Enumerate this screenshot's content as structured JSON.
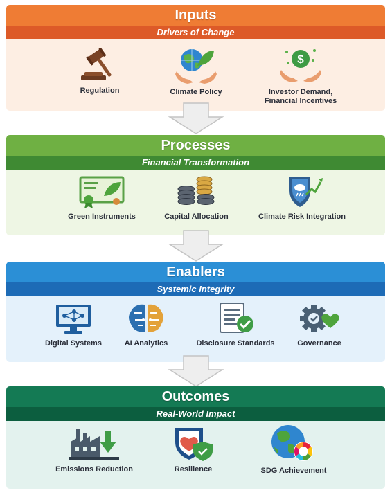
{
  "stages": [
    {
      "title": "Inputs",
      "subtitle": "Drivers of Change",
      "colors": {
        "head": "#ef7c34",
        "sub": "#dd5a28",
        "body": "#fdeee3"
      },
      "items": [
        {
          "label": "Regulation",
          "icon": "gavel-icon"
        },
        {
          "label": "Climate Policy",
          "icon": "globe-in-hands-icon"
        },
        {
          "label": "Investor Demand,",
          "label2": "Financial Incentives",
          "icon": "money-in-hands-icon"
        }
      ]
    },
    {
      "title": "Processes",
      "subtitle": "Financial Transformation",
      "colors": {
        "head": "#6fb043",
        "sub": "#3f8a33",
        "body": "#eef6e4"
      },
      "items": [
        {
          "label": "Green Instruments",
          "icon": "green-certificate-icon"
        },
        {
          "label": "Capital Allocation",
          "icon": "coin-stacks-icon"
        },
        {
          "label": "Climate Risk Integration",
          "icon": "climate-shield-icon"
        }
      ]
    },
    {
      "title": "Enablers",
      "subtitle": "Systemic Integrity",
      "colors": {
        "head": "#2b8fd6",
        "sub": "#1d6bb6",
        "body": "#e4f1fb"
      },
      "items": [
        {
          "label": "Digital Systems",
          "icon": "monitor-network-icon"
        },
        {
          "label": "AI Analytics",
          "icon": "ai-brain-icon"
        },
        {
          "label": "Disclosure Standards",
          "icon": "document-check-icon"
        },
        {
          "label": "Governance",
          "icon": "gear-heart-icon"
        }
      ]
    },
    {
      "title": "Outcomes",
      "subtitle": "Real-World Impact",
      "colors": {
        "head": "#147a54",
        "sub": "#0c5e3f",
        "body": "#e3f2ee"
      },
      "items": [
        {
          "label": "Emissions Reduction",
          "icon": "factory-down-icon"
        },
        {
          "label": "Resilience",
          "icon": "heart-shield-icon"
        },
        {
          "label": "SDG Achievement",
          "icon": "earth-sdg-icon"
        }
      ]
    }
  ]
}
